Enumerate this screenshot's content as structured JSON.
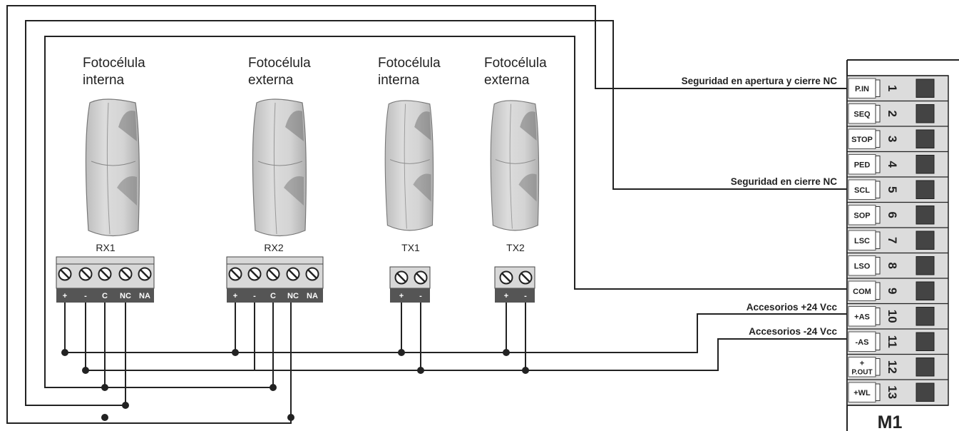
{
  "devices": [
    {
      "title_line1": "Fotocélula",
      "title_line2": "interna",
      "name": "RX1",
      "terminals": [
        "+",
        "-",
        "C",
        "NC",
        "NA"
      ]
    },
    {
      "title_line1": "Fotocélula",
      "title_line2": "externa",
      "name": "RX2",
      "terminals": [
        "+",
        "-",
        "C",
        "NC",
        "NA"
      ]
    },
    {
      "title_line1": "Fotocélula",
      "title_line2": "interna",
      "name": "TX1",
      "terminals": [
        "+",
        "-"
      ]
    },
    {
      "title_line1": "Fotocélula",
      "title_line2": "externa",
      "name": "TX2",
      "terminals": [
        "+",
        "-"
      ]
    }
  ],
  "wire_labels": {
    "opening_closing_safety": "Seguridad en apertura y cierre NC",
    "closing_safety": "Seguridad en cierre NC",
    "accessories_plus": "Accesorios +24 Vcc",
    "accessories_minus": "Accesorios -24 Vcc"
  },
  "terminal_block": {
    "name": "M1",
    "terminals": [
      {
        "number": "1",
        "label": "P.IN"
      },
      {
        "number": "2",
        "label": "SEQ"
      },
      {
        "number": "3",
        "label": "STOP"
      },
      {
        "number": "4",
        "label": "PED"
      },
      {
        "number": "5",
        "label": "SCL"
      },
      {
        "number": "6",
        "label": "SOP"
      },
      {
        "number": "7",
        "label": "LSC"
      },
      {
        "number": "8",
        "label": "LSO"
      },
      {
        "number": "9",
        "label": "COM"
      },
      {
        "number": "10",
        "label": "+AS"
      },
      {
        "number": "11",
        "label": "-AS"
      },
      {
        "number": "12",
        "label": "+",
        "label_line2": "P.OUT"
      },
      {
        "number": "13",
        "label": "+WL"
      }
    ]
  },
  "colors": {
    "line": "#222222",
    "device_body": "#cfcfcf",
    "terminal_fill": "#d8d8d8",
    "screw_fill": "#444444"
  }
}
